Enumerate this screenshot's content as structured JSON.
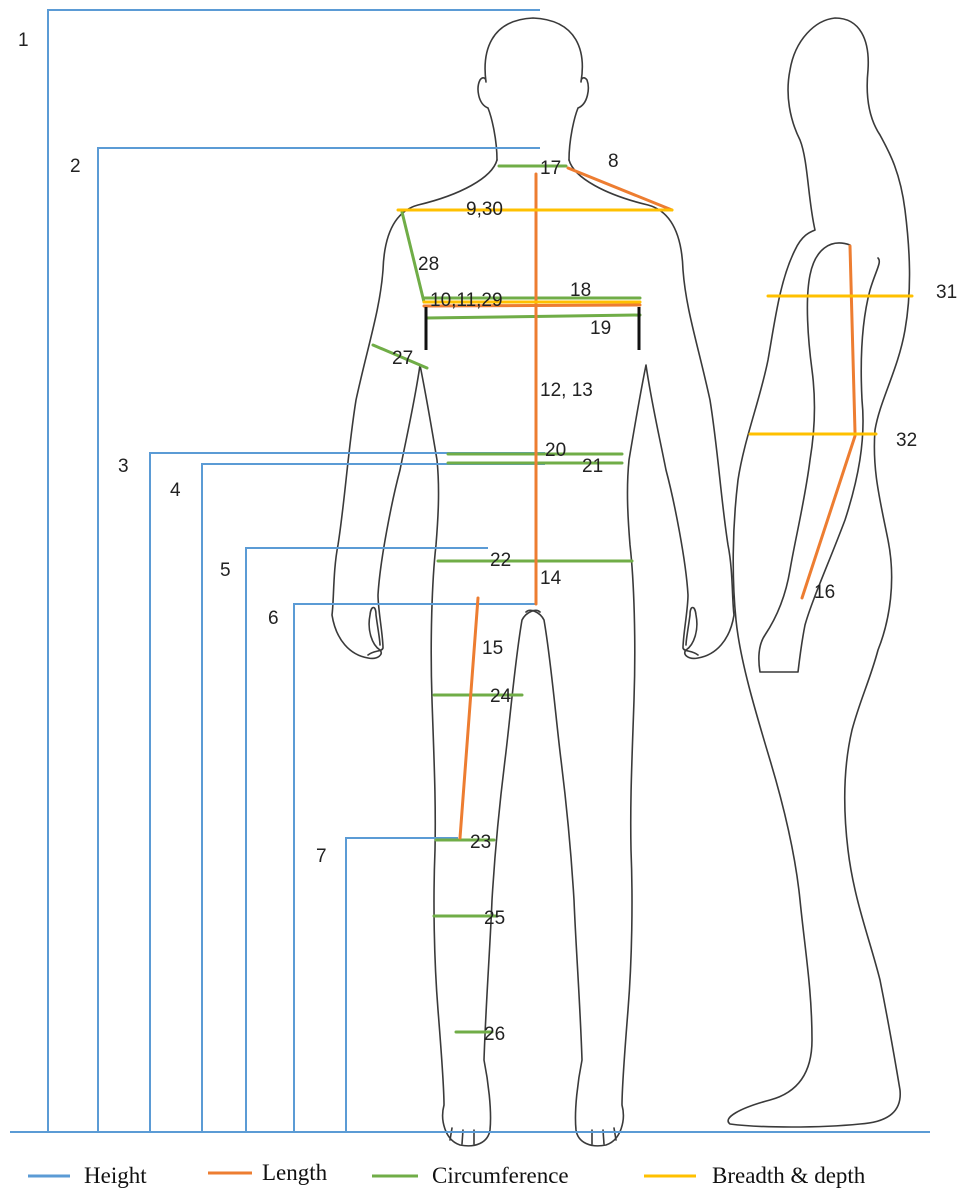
{
  "legend": {
    "height": {
      "label": "Height",
      "color": "#5b9bd5"
    },
    "length": {
      "label": "Length",
      "color": "#ed7d31"
    },
    "circumference": {
      "label": "Circumference",
      "color": "#70ad47"
    },
    "breadth": {
      "label": "Breadth & depth",
      "color": "#ffc000"
    }
  },
  "height_labels": [
    "1",
    "2",
    "3",
    "4",
    "5",
    "6",
    "7"
  ],
  "measure_labels": {
    "m8": "8",
    "m9_30": "9,30",
    "m10_11_29": "10,11,29",
    "m12_13": "12, 13",
    "m14": "14",
    "m15": "15",
    "m16": "16",
    "m17": "17",
    "m18": "18",
    "m19": "19",
    "m20": "20",
    "m21": "21",
    "m22": "22",
    "m23": "23",
    "m24": "24",
    "m25": "25",
    "m26": "26",
    "m27": "27",
    "m28": "28",
    "m31": "31",
    "m32": "32"
  }
}
